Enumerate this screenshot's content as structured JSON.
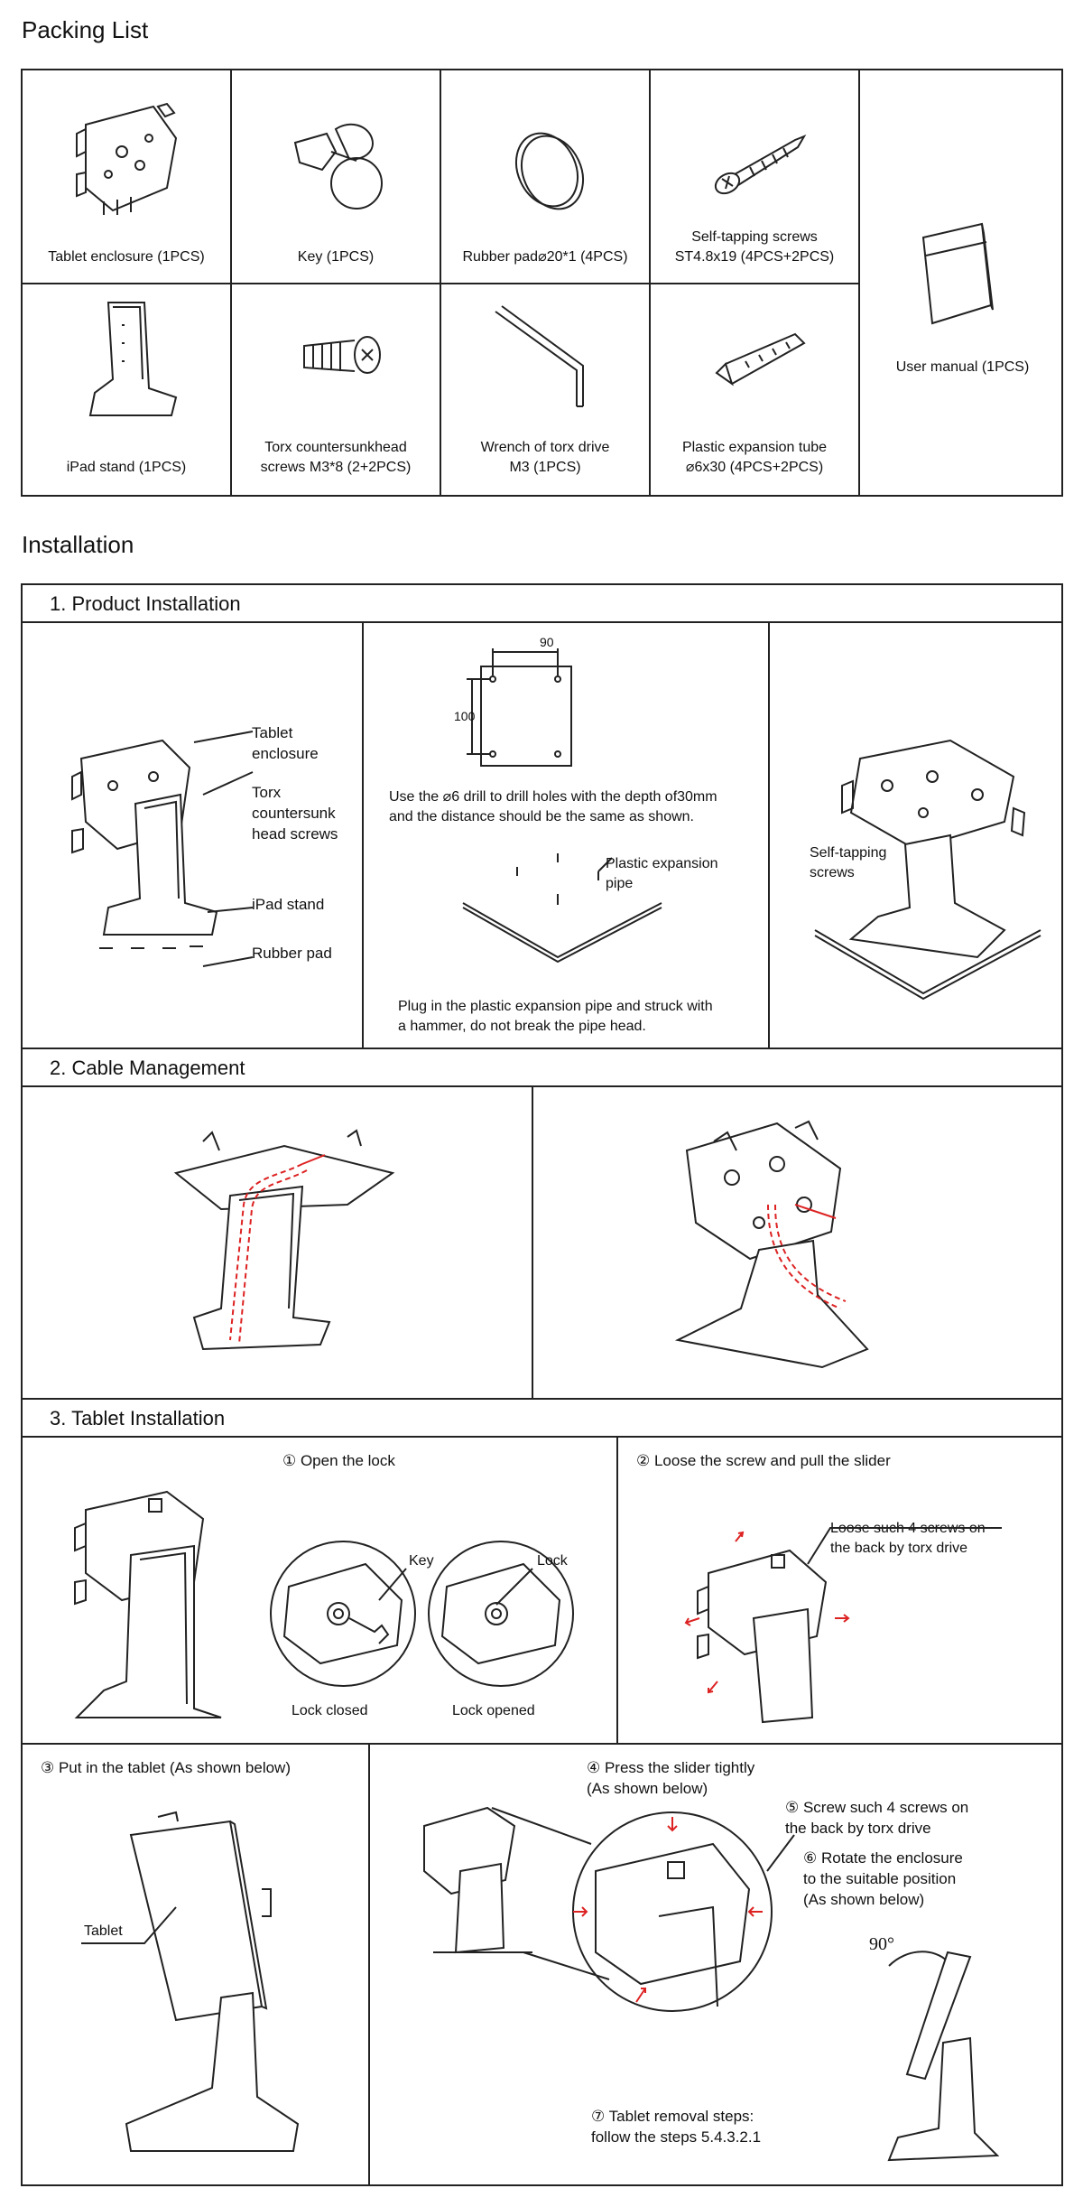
{
  "packing": {
    "title": "Packing List",
    "items": [
      {
        "caption": "Tablet enclosure (1PCS)"
      },
      {
        "caption": "Key (1PCS)"
      },
      {
        "caption": "Rubber pad⌀20*1 (4PCS)"
      },
      {
        "caption": "Self-tapping screws\nST4.8x19 (4PCS+2PCS)"
      },
      {
        "caption": "iPad stand (1PCS)"
      },
      {
        "caption": "Torx countersunkhead\nscrews M3*8 (2+2PCS)"
      },
      {
        "caption": "Wrench of torx drive\nM3 (1PCS)"
      },
      {
        "caption": "Plastic expansion tube\n⌀6x30 (4PCS+2PCS)"
      },
      {
        "caption": "User manual (1PCS)"
      }
    ]
  },
  "installation": {
    "title": "Installation",
    "product": {
      "title": "1. Product Installation",
      "labels": {
        "enclosure": "Tablet\nenclosure",
        "torx": "Torx\ncountersunk\nhead screws",
        "stand": "iPad stand",
        "pad": "Rubber pad"
      },
      "dim_w": "90",
      "dim_h": "100",
      "drill_text": "Use the ⌀6 drill to drill holes with the depth of30mm\nand the distance should be the same as shown.",
      "pipe_label": "Plastic expansion\npipe",
      "plug_text": "Plug in the plastic expansion pipe and struck with\na hammer, do not break the pipe head.",
      "self_tap": "Self-tapping\nscrews"
    },
    "cable": {
      "title": "2. Cable Management"
    },
    "tablet": {
      "title": "3. Tablet Installation",
      "step1": "① Open the lock",
      "key": "Key",
      "lock": "Lock",
      "lock_closed": "Lock closed",
      "lock_opened": "Lock opened",
      "step2": "② Loose the screw and pull the slider",
      "loose_note": "Loose such 4 screws on\nthe back by torx drive",
      "step3": "③ Put in the tablet (As shown below)",
      "tablet_label": "Tablet",
      "step4": "④ Press the slider tightly\n    (As shown below)",
      "step5": "⑤ Screw such 4 screws on\n    the back by torx drive",
      "step6": "⑥ Rotate the enclosure\n    to the suitable position\n    (As shown below)",
      "angle": "90°",
      "step7": "⑦ Tablet removal steps:\n    follow the steps 5.4.3.2.1"
    }
  }
}
